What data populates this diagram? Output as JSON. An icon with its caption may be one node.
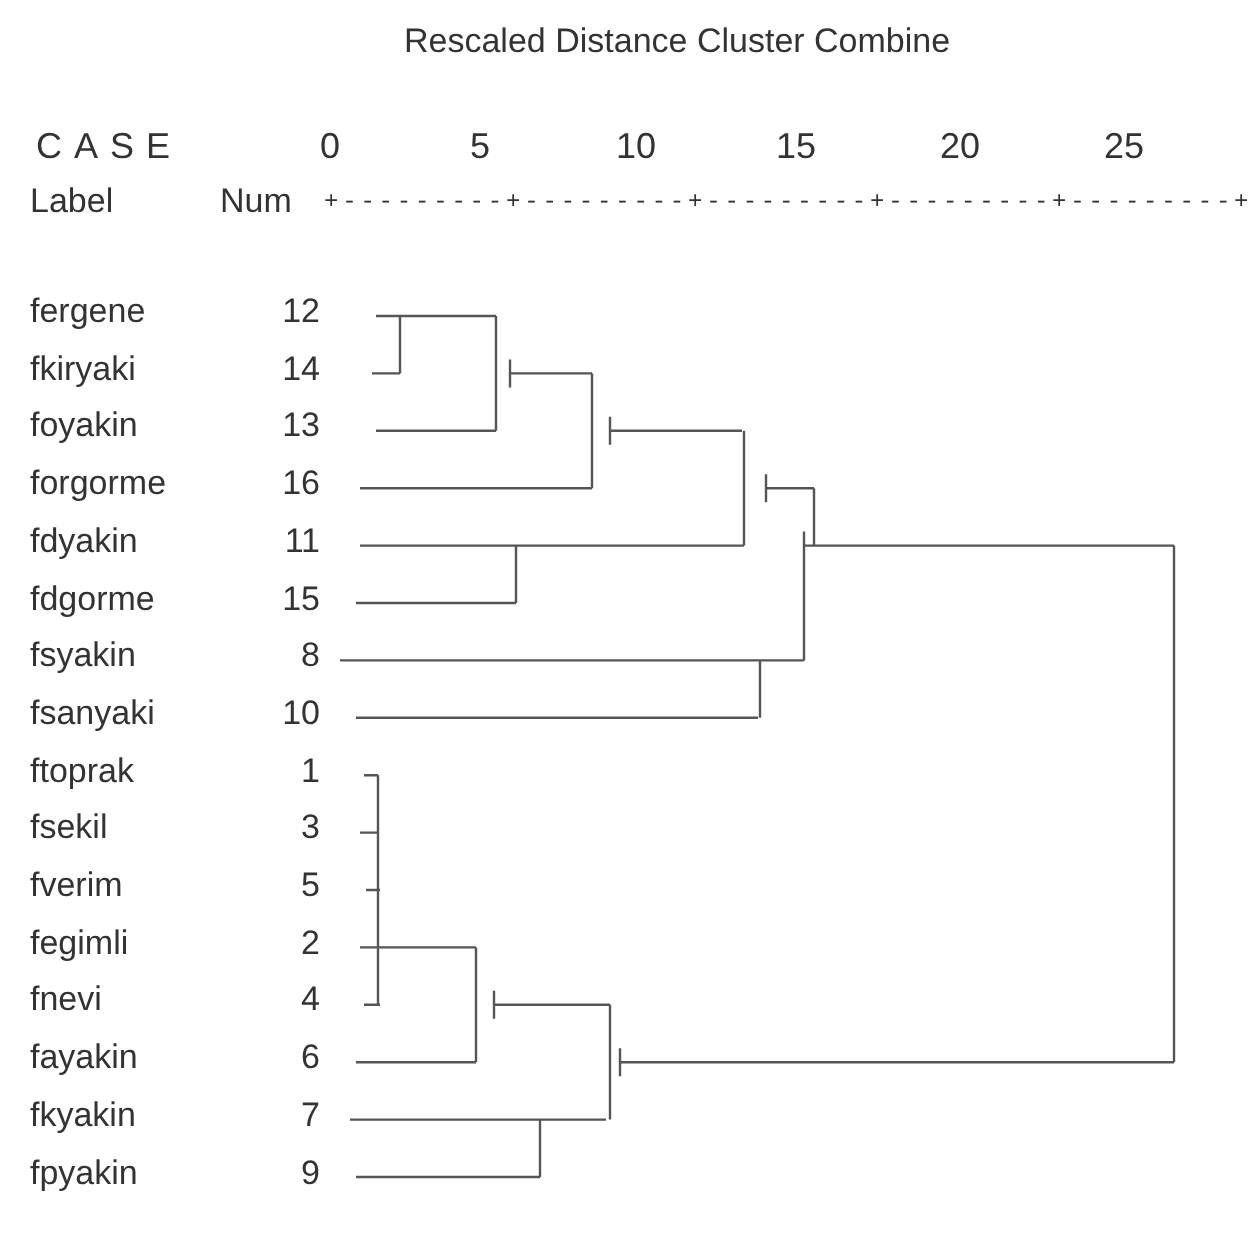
{
  "diagram": {
    "title": "Rescaled Distance Cluster Combine",
    "labels": [
      "CASE",
      "0",
      "5",
      "10",
      "15",
      "20",
      "25",
      "Label",
      "Num",
      "+---------+---------+---------+---------+---------+",
      "fergene",
      "12",
      "fkiryaki",
      "14",
      "foyakin",
      "13",
      "forgorme",
      "16",
      "fdyakin",
      "11",
      "fdgorme",
      "15",
      "fsyakin",
      "8",
      "fsanyaki",
      "10",
      "ftoprak",
      "1",
      "fsekil",
      "3",
      "fverim",
      "5",
      "fegimli",
      "2",
      "fnevi",
      "4",
      "fayakin",
      "6",
      "fkyakin",
      "7",
      "fpyakin",
      "9"
    ]
  }
}
